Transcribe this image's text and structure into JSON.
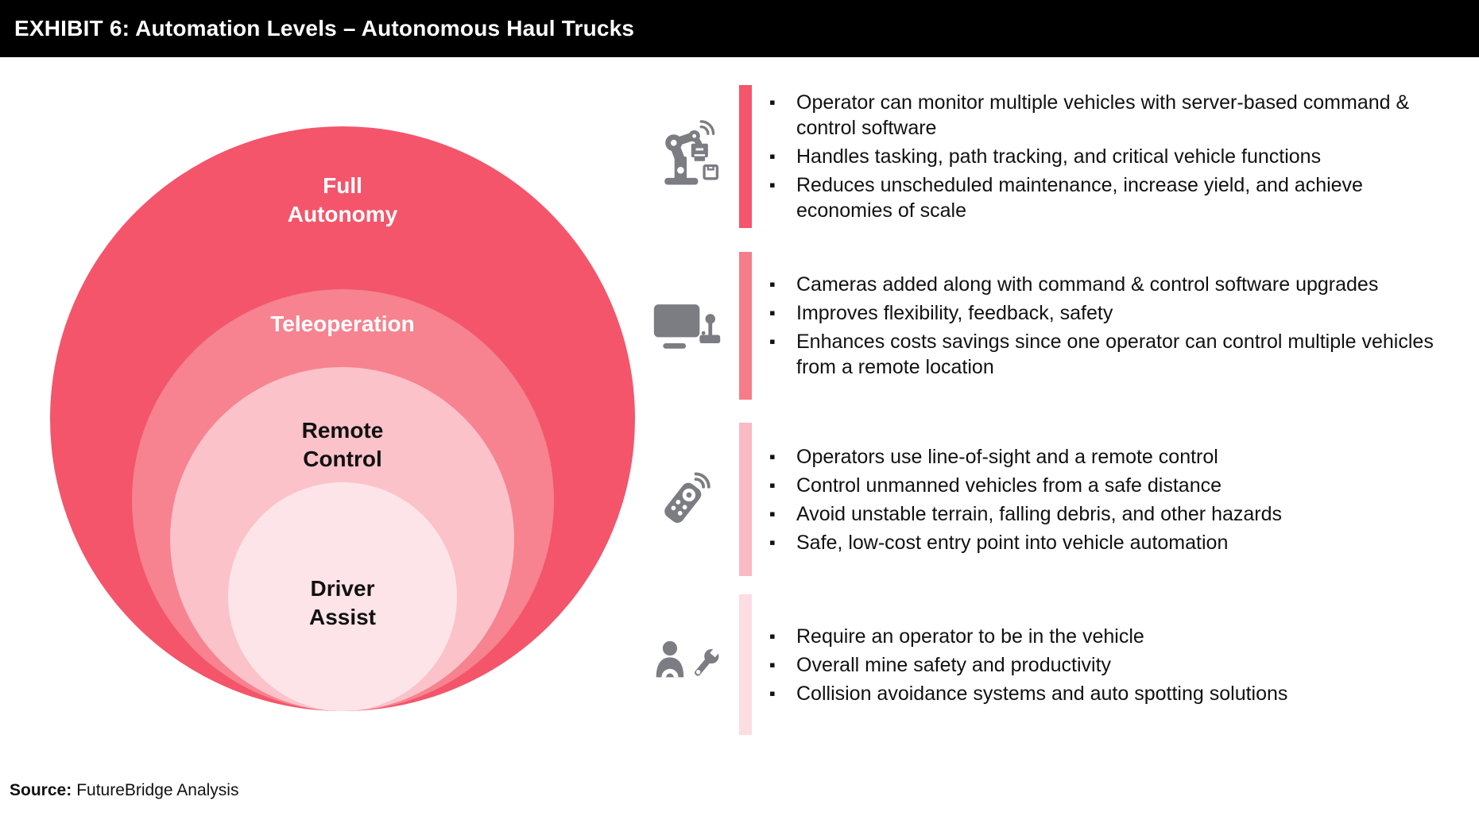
{
  "header": {
    "title": "EXHIBIT 6: Automation Levels – Autonomous Haul Trucks"
  },
  "colors": {
    "header_bg": "#000000",
    "header_fg": "#ffffff",
    "icon_gray": "#7c7c83",
    "bullet_text": "#111111"
  },
  "diagram": {
    "levels": [
      {
        "label": "Full Autonomy",
        "color": "#f4556b",
        "text_color": "#ffffff"
      },
      {
        "label": "Teleoperation",
        "color": "#f6838f",
        "text_color": "#ffffff"
      },
      {
        "label": "Remote Control",
        "color": "#fbc2ca",
        "text_color": "#111111"
      },
      {
        "label": "Driver Assist",
        "color": "#fde4e8",
        "text_color": "#111111"
      }
    ]
  },
  "ui": {
    "bullet_glyph": "▪"
  },
  "sections": [
    {
      "icon": "robot-arm-icon",
      "bar_color": "#f4556b",
      "bullets": [
        "Operator can monitor multiple vehicles with server-based command & control software",
        "Handles tasking, path tracking, and critical vehicle functions",
        "Reduces unscheduled maintenance, increase yield, and achieve economies of scale"
      ]
    },
    {
      "icon": "monitor-joystick-icon",
      "bar_color": "#f77c89",
      "bullets": [
        "Cameras added along with command & control software upgrades",
        "Improves flexibility, feedback, safety",
        "Enhances costs savings since one operator can control multiple vehicles from a remote location"
      ]
    },
    {
      "icon": "remote-control-icon",
      "bar_color": "#f9bac3",
      "bullets": [
        "Operators use line-of-sight and a remote control",
        "Control unmanned vehicles from a safe distance",
        "Avoid unstable terrain, falling debris, and other hazards",
        "Safe, low-cost entry point into vehicle automation"
      ]
    },
    {
      "icon": "driver-wrench-icon",
      "bar_color": "#fcdde2",
      "bullets": [
        "Require an operator to be in the vehicle",
        "Overall mine safety and productivity",
        "Collision avoidance systems and auto spotting solutions"
      ]
    }
  ],
  "source": {
    "label": "Source:",
    "text": "FutureBridge Analysis"
  }
}
